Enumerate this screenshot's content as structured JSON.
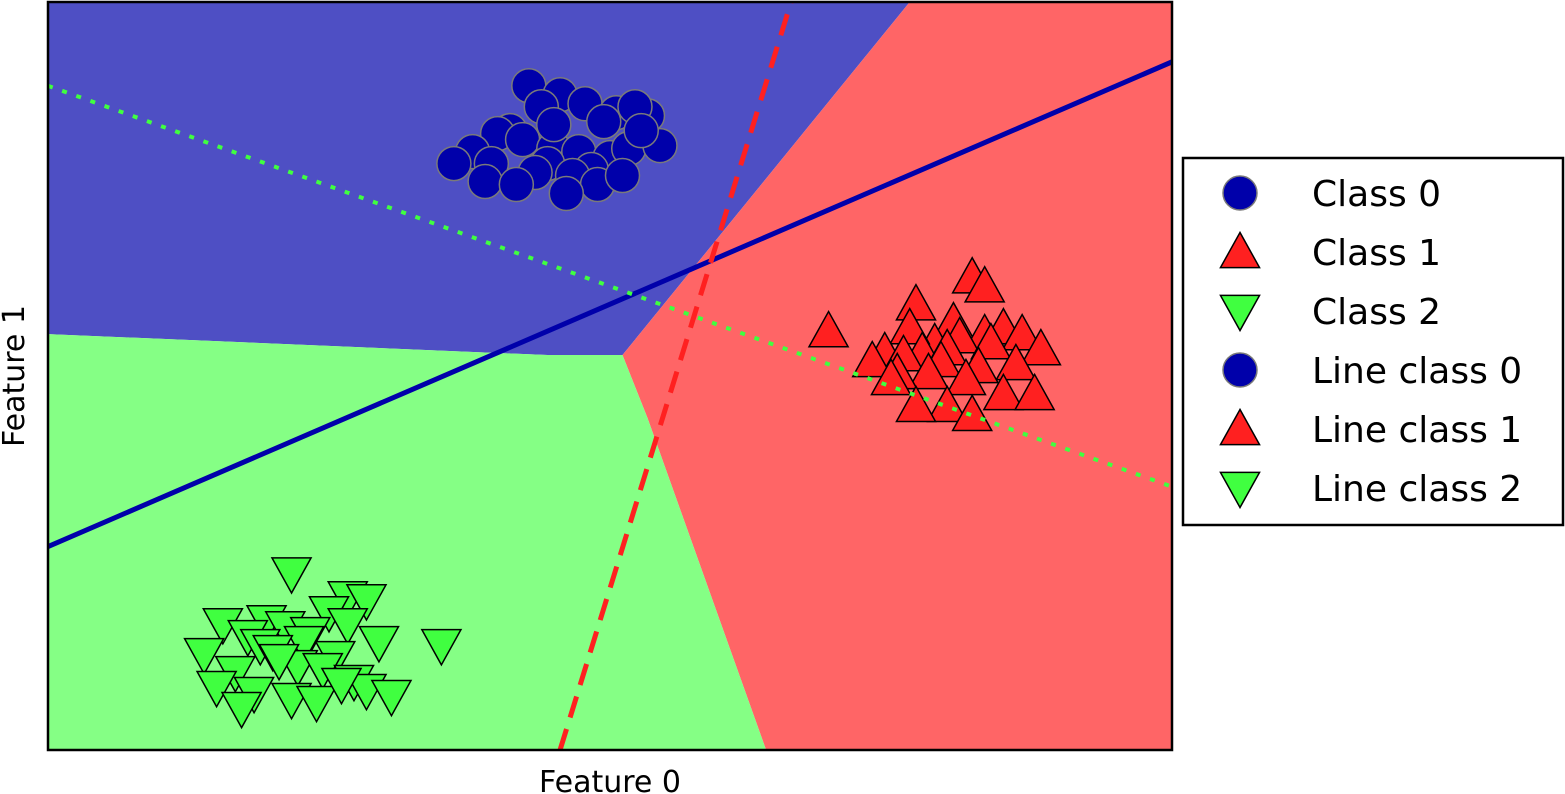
{
  "chart_data": {
    "type": "scatter",
    "title": "",
    "xlabel": "Feature 0",
    "ylabel": "Feature 1",
    "xlim": [
      -10,
      8
    ],
    "ylim": [
      -10,
      15
    ],
    "grid": false,
    "legend_placement": "outside-right",
    "ticks": "hidden",
    "colors": {
      "class0": "#0000aa",
      "class1": "#ff2020",
      "class2": "#40ff40",
      "region0": "#4e4fc4",
      "region1": "#ff6566",
      "region2": "#85ff85",
      "line0": "#0000aa",
      "line1": "#ff2020",
      "line2": "#40ff40"
    },
    "legend": [
      {
        "label": "Class 0",
        "marker": "circle",
        "color": "#0000aa"
      },
      {
        "label": "Class 1",
        "marker": "triangle-up",
        "color": "#ff2020"
      },
      {
        "label": "Class 2",
        "marker": "triangle-down",
        "color": "#40ff40"
      },
      {
        "label": "Line class 0",
        "marker": "circle",
        "color": "#0000aa"
      },
      {
        "label": "Line class 1",
        "marker": "triangle-up",
        "color": "#ff2020"
      },
      {
        "label": "Line class 2",
        "marker": "triangle-down",
        "color": "#40ff40"
      }
    ],
    "regions": [
      {
        "class": 0,
        "polygon": [
          [
            -10,
            15
          ],
          [
            3.8,
            15
          ],
          [
            -0.8,
            3.2
          ],
          [
            -2.0,
            3.2
          ],
          [
            -10,
            3.9
          ]
        ]
      },
      {
        "class": 1,
        "polygon": [
          [
            3.8,
            15
          ],
          [
            8,
            15
          ],
          [
            8,
            -10
          ],
          [
            1.5,
            -10
          ],
          [
            -0.4,
            1.1
          ],
          [
            -0.8,
            3.2
          ]
        ]
      },
      {
        "class": 2,
        "polygon": [
          [
            -10,
            3.9
          ],
          [
            -2.0,
            3.2
          ],
          [
            -0.8,
            3.2
          ],
          [
            -0.4,
            1.1
          ],
          [
            1.5,
            -10
          ],
          [
            -10,
            -10
          ]
        ]
      }
    ],
    "lines": [
      {
        "class": 0,
        "style": "solid",
        "points": [
          [
            -10,
            -3.2
          ],
          [
            8,
            13.0
          ]
        ]
      },
      {
        "class": 1,
        "style": "dashed",
        "points": [
          [
            -1.8,
            -10
          ],
          [
            1.9,
            15
          ]
        ]
      },
      {
        "class": 2,
        "style": "dotted",
        "points": [
          [
            -10,
            12.2
          ],
          [
            8,
            -1.2
          ]
        ]
      }
    ],
    "series": [
      {
        "name": "Class 0",
        "marker": "circle",
        "x": [
          -2.3,
          -1.8,
          -2.1,
          -1.4,
          -0.9,
          -0.4,
          -0.6,
          -1.1,
          -2.6,
          -2.8,
          -3.2,
          -2.4,
          -1.9,
          -1.5,
          -1.0,
          -0.7,
          -0.2,
          -2.9,
          -3.5,
          -2.0,
          -1.3,
          -1.6,
          -2.2,
          -1.2,
          -0.8,
          -3.0,
          -1.7,
          -2.5,
          -0.5,
          -1.9
        ],
        "y": [
          12.2,
          11.9,
          11.5,
          11.6,
          11.3,
          11.2,
          11.5,
          11.0,
          10.7,
          10.6,
          10.0,
          10.4,
          10.1,
          10.0,
          9.8,
          10.1,
          10.2,
          9.6,
          9.6,
          9.6,
          9.4,
          9.2,
          9.3,
          8.9,
          9.2,
          9.0,
          8.6,
          8.9,
          10.7,
          10.9
        ]
      },
      {
        "name": "Class 1",
        "marker": "triangle-up",
        "x": [
          4.8,
          3.9,
          5.3,
          4.5,
          5.0,
          4.2,
          4.6,
          3.8,
          5.6,
          4.0,
          4.4,
          5.1,
          3.4,
          3.7,
          4.3,
          2.5,
          5.9,
          5.5,
          3.2,
          4.9,
          4.1,
          3.6,
          4.7,
          5.3,
          5.8,
          4.4,
          3.9,
          4.8,
          5.0,
          3.5
        ],
        "y": [
          5.8,
          4.9,
          4.1,
          4.3,
          3.9,
          3.6,
          3.8,
          4.1,
          3.9,
          3.3,
          3.4,
          3.6,
          3.3,
          3.2,
          3.0,
          4.0,
          3.4,
          2.9,
          3.0,
          2.8,
          2.6,
          2.6,
          2.4,
          1.9,
          1.9,
          1.5,
          1.5,
          1.2,
          5.5,
          2.4
        ]
      },
      {
        "name": "Class 2",
        "marker": "triangle-down",
        "x": [
          -6.1,
          -5.2,
          -4.9,
          -5.5,
          -6.5,
          -6.2,
          -7.2,
          -6.8,
          -5.8,
          -5.2,
          -6.6,
          -5.9,
          -7.5,
          -6.4,
          -5.4,
          -4.7,
          -6.0,
          -7.0,
          -5.6,
          -6.3,
          -5.1,
          -4.9,
          -7.3,
          -6.1,
          -6.7,
          -5.7,
          -4.5,
          -3.7,
          -5.3,
          -6.9
        ],
        "y": [
          -4.1,
          -4.9,
          -5.0,
          -5.4,
          -5.7,
          -5.9,
          -5.8,
          -6.2,
          -6.1,
          -5.8,
          -6.5,
          -6.4,
          -6.8,
          -6.7,
          -6.9,
          -6.4,
          -7.2,
          -7.4,
          -7.3,
          -7.0,
          -7.7,
          -8.0,
          -7.9,
          -8.3,
          -8.1,
          -8.4,
          -8.2,
          -6.5,
          -7.8,
          -8.6
        ]
      }
    ]
  }
}
